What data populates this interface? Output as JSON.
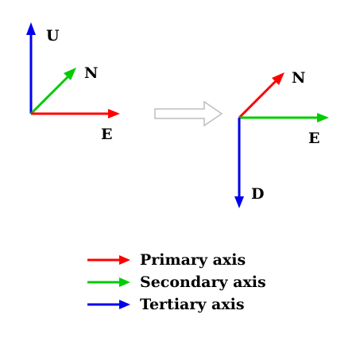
{
  "colors": {
    "primary": "#ff0000",
    "secondary": "#00cc00",
    "tertiary": "#0000ee",
    "transform_arrow": "#bdbdbd"
  },
  "left_frame": {
    "up_label": "U",
    "north_label": "N",
    "east_label": "E"
  },
  "right_frame": {
    "north_label": "N",
    "east_label": "E",
    "down_label": "D"
  },
  "legend": {
    "primary_label": "Primary axis",
    "secondary_label": "Secondary axis",
    "tertiary_label": "Tertiary axis"
  }
}
